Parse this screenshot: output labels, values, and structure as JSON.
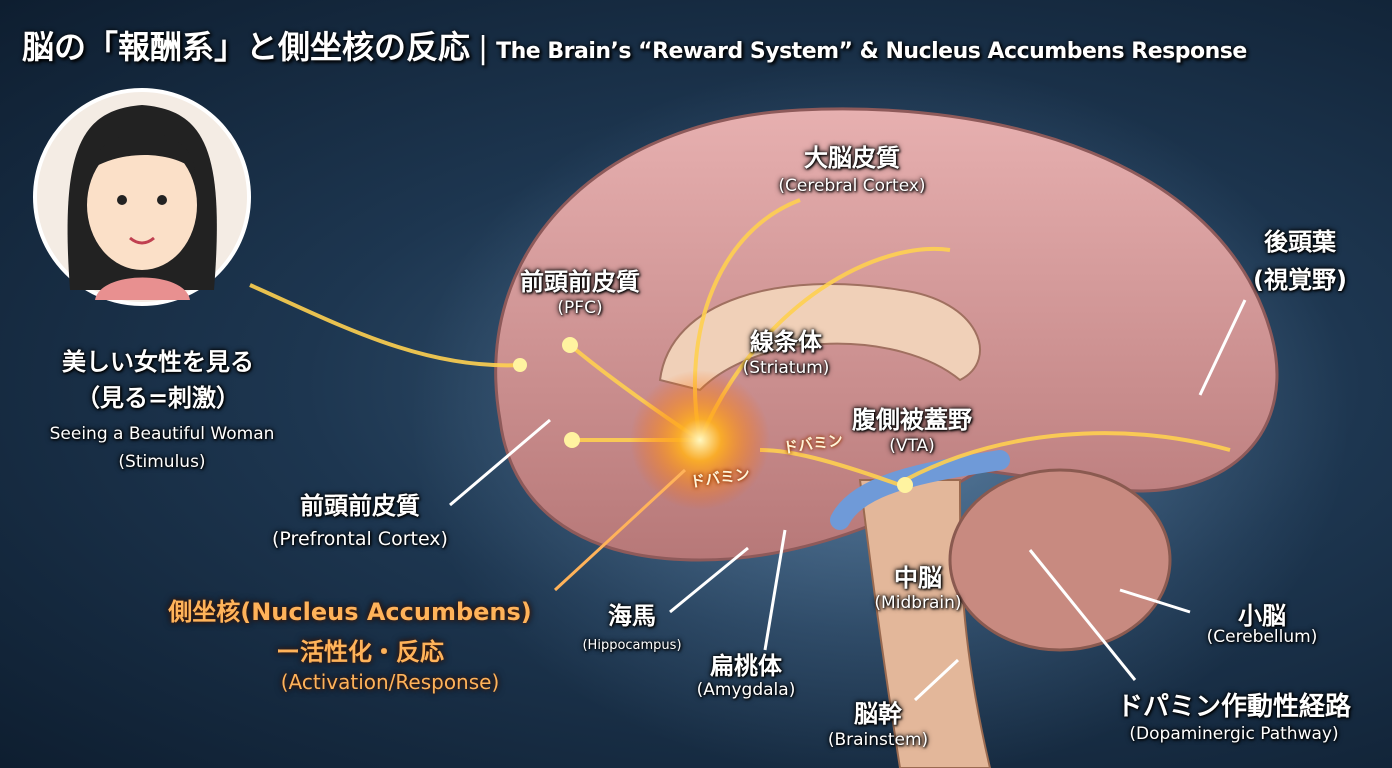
{
  "title": {
    "japanese": "脳の「報酬系」と側坐核の反応",
    "separator": "|",
    "english": "The Brain’s “Reward System” & Nucleus Accumbens Response"
  },
  "stimulus": {
    "jp1": "美しい女性を見る",
    "jp2": "（見る=刺激）",
    "en1": "Seeing a Beautiful Woman",
    "en2": "(Stimulus)"
  },
  "labels": {
    "cortex": {
      "jp": "大脳皮質",
      "en": "(Cerebral Cortex)"
    },
    "pfc_top": {
      "jp": "前頭前皮質",
      "en": "(PFC)"
    },
    "striatum": {
      "jp": "線条体",
      "en": "(Striatum)"
    },
    "vta": {
      "jp": "腹側被蓋野",
      "en": "(VTA)"
    },
    "occipital": {
      "jp": "後頭葉",
      "en": "(視覚野)"
    },
    "pfc": {
      "jp": "前頭前皮質",
      "en": "(Prefrontal Cortex)"
    },
    "nac": {
      "line1": "側坐核(Nucleus Accumbens)",
      "line2": "ー活性化・反応",
      "line3": "(Activation/Response)"
    },
    "hippocampus": {
      "jp": "海馬",
      "en": "(Hippocampus)"
    },
    "amygdala": {
      "jp": "扁桃体",
      "en": "(Amygdala)"
    },
    "midbrain": {
      "jp": "中脳",
      "en": "(Midbrain)"
    },
    "cerebellum": {
      "jp": "小脳",
      "en": "(Cerebellum)"
    },
    "pathway": {
      "jp": "ドパミン作動性経路",
      "en": "(Dopaminergic Pathway)"
    },
    "brainstem": {
      "jp": "脳幹",
      "en": "(Brainstem)"
    }
  },
  "dopamine_labels": [
    "ドバミン",
    "ドバミン"
  ],
  "colors": {
    "accent": "#ffb35a",
    "glow": "#ffe27a",
    "brain": "#d9a0a0"
  }
}
